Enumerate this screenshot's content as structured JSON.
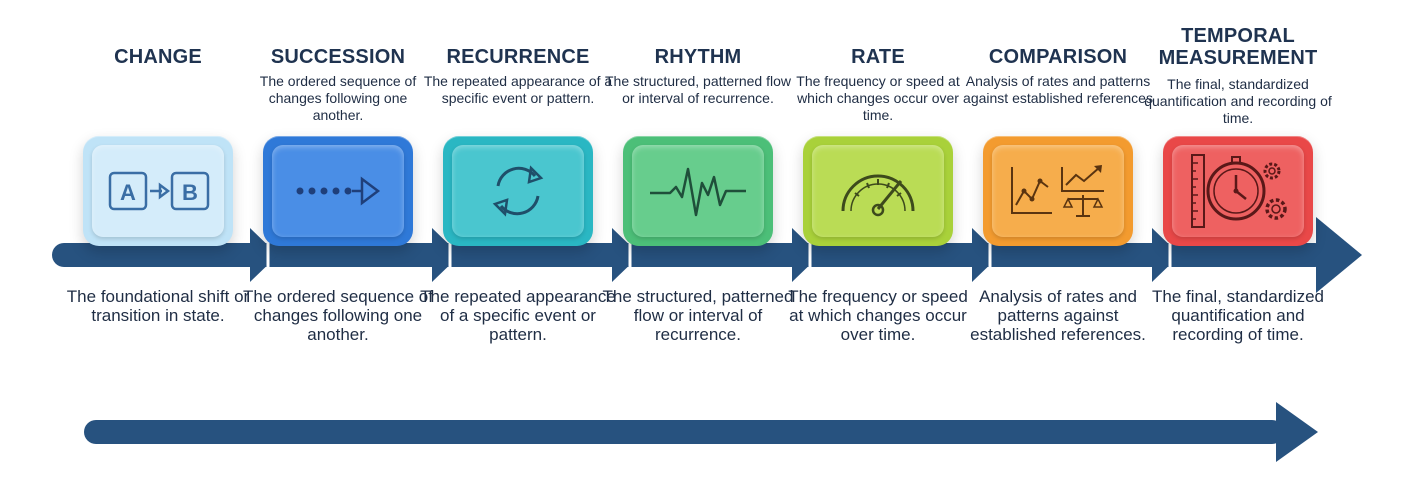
{
  "colors": {
    "arrow": "#27527f",
    "icon_stroke": "#26466b",
    "stage_tiles": [
      "#bfe3f7",
      "#2f79d8",
      "#2ab7c3",
      "#4cbf78",
      "#a9d13a",
      "#f39b2f",
      "#e94848"
    ]
  },
  "stages": [
    {
      "title": "CHANGE",
      "subtitle": "",
      "icon": "a-to-b-icon",
      "description": "The foundational shift or transition in state."
    },
    {
      "title": "SUCCESSION",
      "subtitle": "The ordered sequence of changes following one another.",
      "icon": "dotted-arrow-icon",
      "description": "The ordered sequence of changes following one another."
    },
    {
      "title": "RECURRENCE",
      "subtitle": "The repeated appearance of a specific event or pattern.",
      "icon": "cycle-arrows-icon",
      "description": "The repeated appearance of a specific event or pattern."
    },
    {
      "title": "RHYTHM",
      "subtitle": "The structured, patterned flow or interval of recurrence.",
      "icon": "pulse-wave-icon",
      "description": "The structured, patterned flow or interval of recurrence."
    },
    {
      "title": "RATE",
      "subtitle": "The frequency or speed at which changes occur over time.",
      "icon": "speedometer-icon",
      "description": "The frequency or speed at which changes occur over time."
    },
    {
      "title": "COMPARISON",
      "subtitle": "Analysis of rates and patterns against established references",
      "icon": "charts-and-scale-icon",
      "description": "Analysis of rates and patterns against established references."
    },
    {
      "title": "TEMPORAL MEASUREMENT",
      "subtitle": "The final, standardized quantification and recording of time.",
      "icon": "clock-ruler-gears-icon",
      "description": "The final, standardized quantification and recording of time."
    }
  ]
}
